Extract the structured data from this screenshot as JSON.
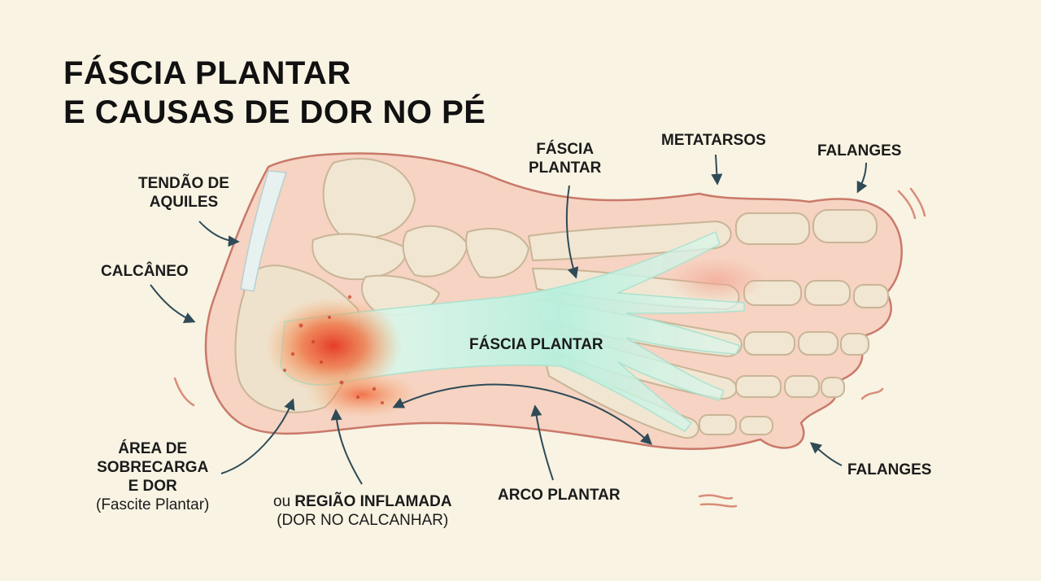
{
  "title": {
    "line1": "FÁSCIA PLANTAR",
    "line2": "E CAUSAS DE DOR NO PÉ"
  },
  "labels": {
    "tendao": {
      "line1": "TENDÃO DE",
      "line2": "AQUILES"
    },
    "fascia_top": {
      "line1": "FÁSCIA",
      "line2": "PLANTAR"
    },
    "metatarsos": "METATARSOS",
    "falanges_top": "FALANGES",
    "calcaneo": "CALCÂNEO",
    "fascia_center": "FÁSCIA PLANTAR",
    "area": {
      "line1": "ÁREA DE",
      "line2": "SOBRECARGA",
      "line3": "E DOR",
      "line4": "(Fascite Plantar)"
    },
    "regiao": {
      "prefix": "ou ",
      "line1": "REGIÃO INFLAMADA",
      "line2": "(DOR NO CALCANHAR)"
    },
    "arco": "ARCO PLANTAR",
    "falanges_bottom": "FALANGES"
  },
  "colors": {
    "background": "#f8f3e3",
    "skin": "#f6d3c2",
    "skin_outline": "#c9796a",
    "bone": "#f1e6d2",
    "bone_outline": "#c9b597",
    "fascia": "#bff2e2",
    "inflammation": "#e8452b",
    "arrow": "#2e4b57",
    "text": "#111111"
  }
}
